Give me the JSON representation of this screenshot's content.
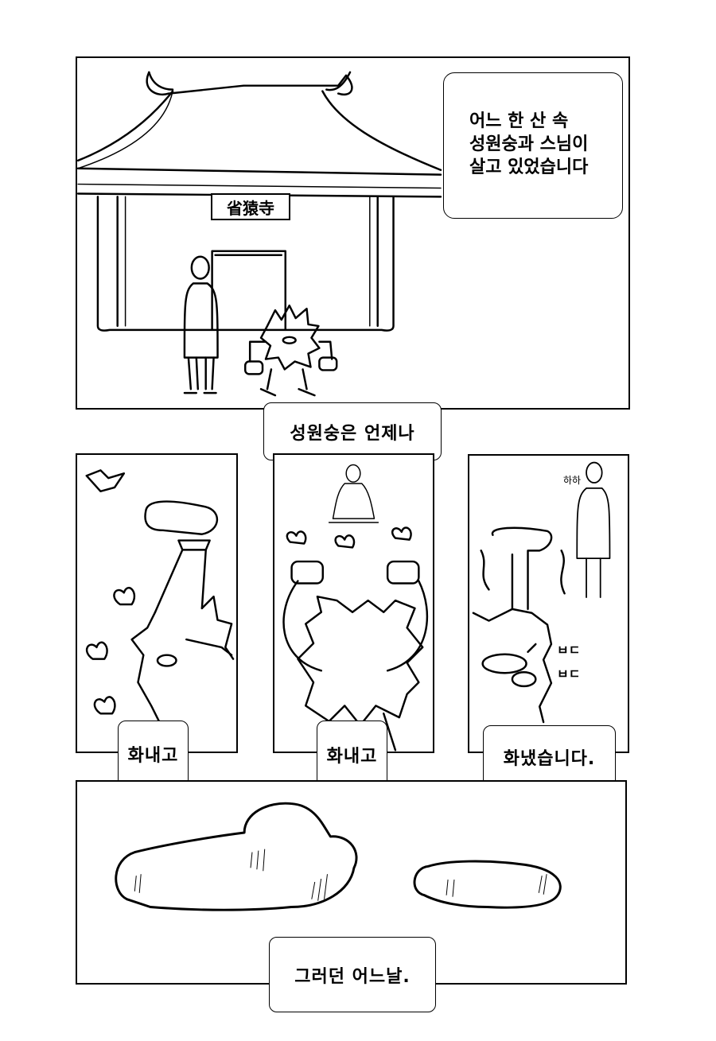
{
  "panels": {
    "temple": {
      "sign": "省猿寺",
      "narration": [
        "어느 한 산 속",
        "성원숭과 스님이",
        "살고 있었습니다"
      ]
    },
    "bridge_caption": "성원숭은 언제나",
    "angry_left": {
      "caption": "화내고"
    },
    "angry_middle": {
      "caption": "화내고"
    },
    "angry_right": {
      "caption": "화냈습니다.",
      "monk_sfx": "하하",
      "monkey_sfx": "ㅂㄷ ㅂㄷ"
    },
    "clouds": {
      "caption": "그러던 어느날."
    }
  }
}
